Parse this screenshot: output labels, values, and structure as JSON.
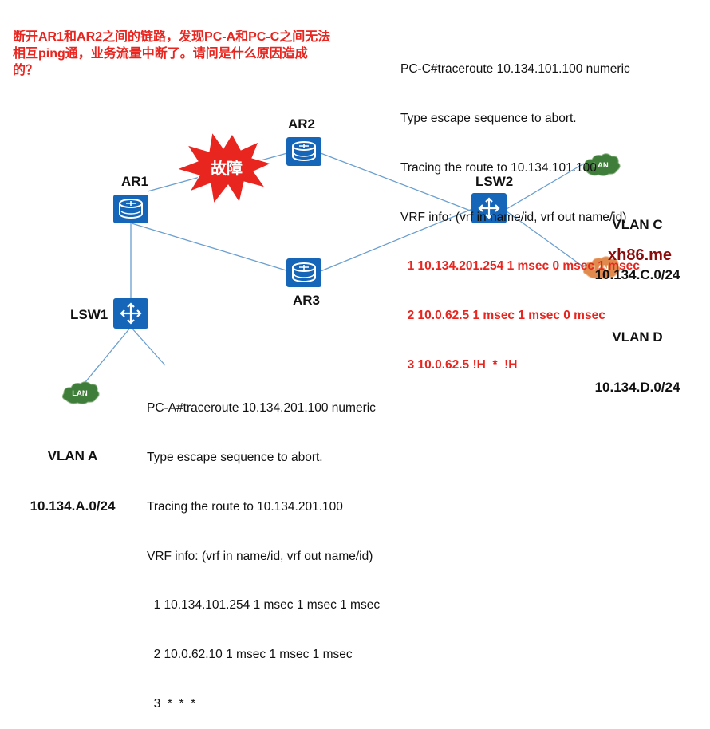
{
  "question": "断开AR1和AR2之间的链路，发现PC-A和PC-C之间无法相互ping通，业务流量中断了。请问是什么原因造成的？",
  "nodes": {
    "ar1": "AR1",
    "ar2": "AR2",
    "ar3": "AR3",
    "lsw1": "LSW1",
    "lsw2": "LSW2"
  },
  "fault_label": "故障",
  "lan_label": "LAN",
  "vlans": {
    "a": {
      "name": "VLAN A",
      "subnet": "10.134.A.0/24"
    },
    "c": {
      "name": "VLAN C",
      "subnet": "10.134.C.0/24"
    },
    "d": {
      "name": "VLAN D",
      "subnet": "10.134.D.0/24"
    }
  },
  "pc_c_trace": {
    "lines": [
      "PC-C#traceroute 10.134.101.100 numeric",
      "Type escape sequence to abort.",
      "Tracing the route to 10.134.101.100",
      "VRF info: (vrf in name/id, vrf out name/id)"
    ],
    "hops": [
      "  1 10.134.201.254 1 msec 0 msec 1 msec",
      "  2 10.0.62.5 1 msec 1 msec 0 msec",
      "  3 10.0.62.5 !H  *  !H"
    ]
  },
  "pc_a_trace": {
    "lines": [
      "PC-A#traceroute 10.134.201.100 numeric",
      "Type escape sequence to abort.",
      "Tracing the route to 10.134.201.100",
      "VRF info: (vrf in name/id, vrf out name/id)",
      "  1 10.134.101.254 1 msec 1 msec 1 msec",
      "  2 10.0.62.10 1 msec 1 msec 1 msec",
      "  3  *  *  *"
    ]
  },
  "watermark": "xh86.me",
  "colors": {
    "device_blue": "#1565b8",
    "link": "#6a9fd0",
    "alert_red": "#e8251f",
    "lan_green": "#3f7d3a",
    "lan_orange": "#e08a4e"
  }
}
